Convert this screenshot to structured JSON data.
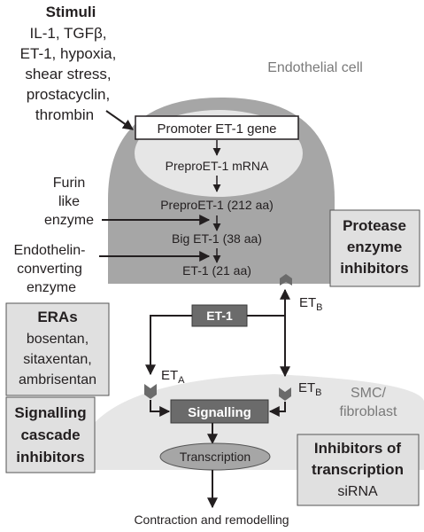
{
  "stimuli": {
    "title": "Stimuli",
    "items": [
      "IL-1, TGFβ,",
      "ET-1, hypoxia,",
      "shear stress,",
      "prostacyclin,",
      "thrombin"
    ]
  },
  "endothelial_cell": {
    "label": "Endothelial cell"
  },
  "nucleus": {
    "promoter": "Promoter ET-1 gene",
    "mrna": "PreproET-1 mRNA"
  },
  "peptides": {
    "prepro": "PreproET-1 (212 aa)",
    "big": "Big ET-1 (38 aa)",
    "et1": "ET-1 (21 aa)"
  },
  "furin": {
    "lines": [
      "Furin",
      "like",
      "enzyme"
    ]
  },
  "ece": {
    "lines": [
      "Endothelin-",
      "converting",
      "enzyme"
    ]
  },
  "protease_box": {
    "lines": [
      "Protease",
      "enzyme",
      "inhibitors"
    ]
  },
  "eras": {
    "title": "ERAs",
    "items": [
      "bosentan,",
      "sitaxentan,",
      "ambrisentan"
    ]
  },
  "et1_box": {
    "label": "ET-1"
  },
  "receptors": {
    "et": "ET",
    "a_sub": "A",
    "b_sub": "B"
  },
  "smc": {
    "lines": [
      "SMC/",
      "fibroblast"
    ]
  },
  "signalling_box": {
    "label": "Signalling"
  },
  "transcription": {
    "label": "Transcription"
  },
  "cascade_box": {
    "lines": [
      "Signalling",
      "cascade",
      "inhibitors"
    ]
  },
  "transcription_inhibitors": {
    "lines": [
      "Inhibitors of",
      "transcription"
    ],
    "sub": "siRNA"
  },
  "outcome": {
    "label": "Contraction and remodelling"
  },
  "colors": {
    "cell_fill": "#a6a6a6",
    "nucleus_fill": "#e6e6e6",
    "smc_fill": "#e6e6e6",
    "dark_box": "#6b6b6b",
    "inhibitor_box": "#e0e0e0",
    "grey_text": "#7a7a7a"
  }
}
